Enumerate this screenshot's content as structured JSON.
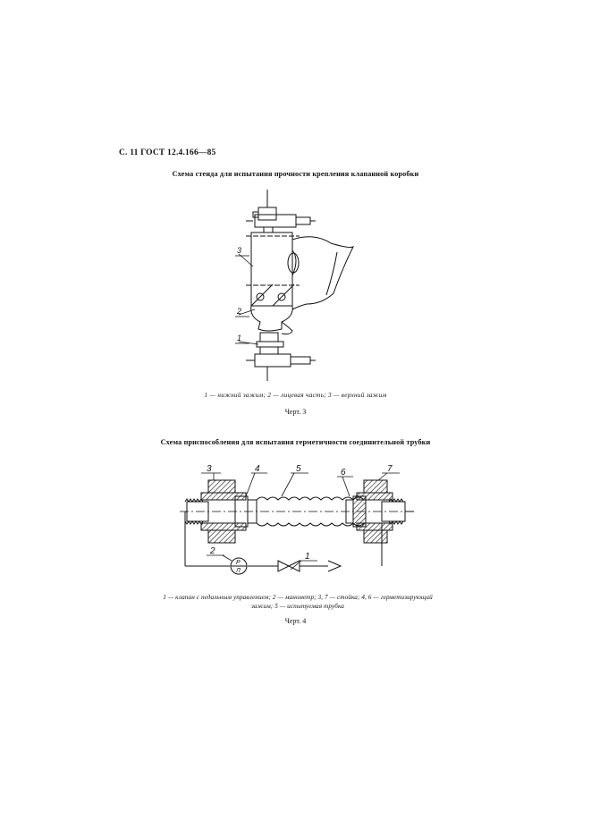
{
  "header": "С. 11 ГОСТ 12.4.166—85",
  "figure3": {
    "title": "Схема стенда для испытания прочности крепления клапанной коробки",
    "callouts": [
      "3",
      "2",
      "1"
    ],
    "caption": "1 — нижний зажим; 2 — лицевая часть; 3 — верхний зажим",
    "label": "Черт. 3"
  },
  "figure4": {
    "title": "Схема приспособления для испытания герметичности соединительной трубки",
    "callouts": [
      "3",
      "4",
      "5",
      "6",
      "7",
      "2",
      "1"
    ],
    "gauge_symbol": "Р",
    "gauge_symbol2": "Л",
    "caption_line1": "1 — клапан с педальным управлением; 2 — манометр; 3, 7 — стойка; 4, 6 — герметизирующий",
    "caption_line2": "зажим; 5 — испытуемая трубка",
    "label": "Черт. 4"
  }
}
